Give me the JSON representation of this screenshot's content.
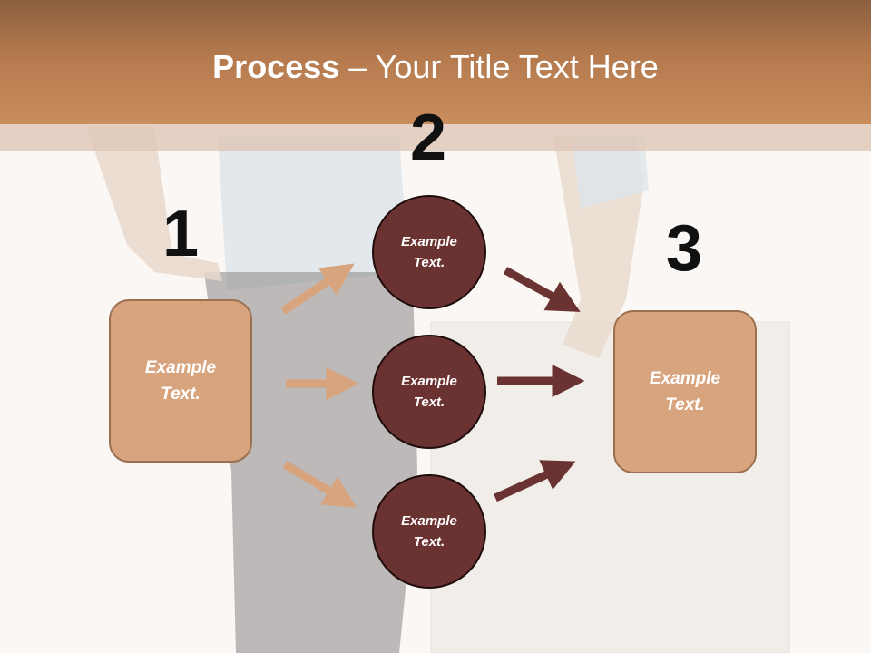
{
  "slide": {
    "title_bold": "Process",
    "title_rest": " – Your Title Text Here",
    "steps": [
      {
        "number": "1",
        "line1": "Example",
        "line2": "Text."
      },
      {
        "number": "2",
        "line1": "Example",
        "line2": "Text."
      },
      {
        "number": "3",
        "line1": "Example",
        "line2": "Text."
      }
    ],
    "circles": [
      {
        "line1": "Example",
        "line2": "Text."
      },
      {
        "line1": "Example",
        "line2": "Text."
      },
      {
        "line1": "Example",
        "line2": "Text."
      }
    ]
  },
  "colors": {
    "title_band": "#c98d5e",
    "box_fill": "#d8a47e",
    "circle_fill": "#6b3232",
    "left_arrow": "#d8a47e",
    "right_arrow": "#6b3232"
  }
}
